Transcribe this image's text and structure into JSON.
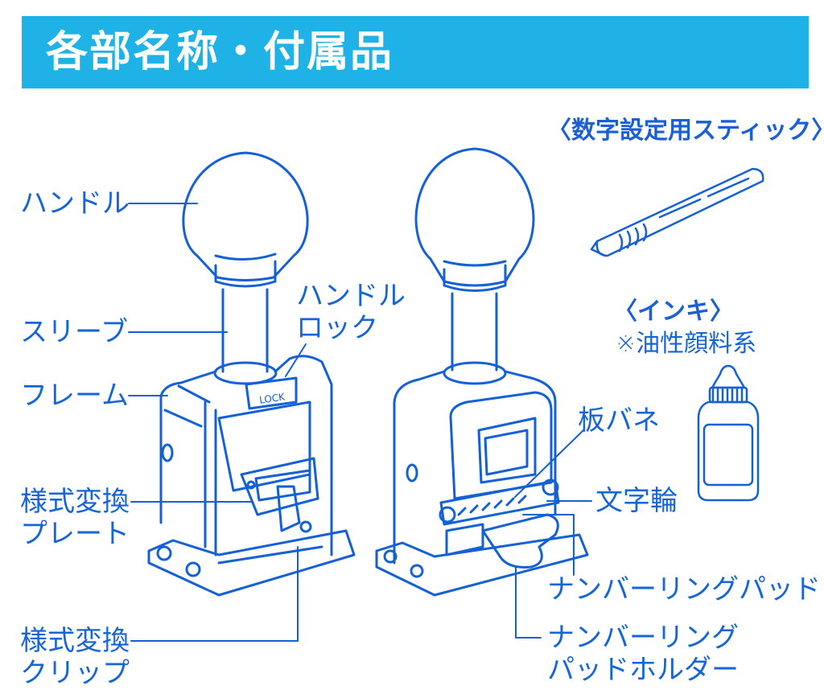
{
  "header": {
    "title": "各部名称・付属品",
    "band_color": "#1fb2e6",
    "text_color": "#ffffff"
  },
  "colors": {
    "line_art": "#1460d6",
    "label_text": "#1565d8"
  },
  "left_device": {
    "labels": {
      "handle": "ハンドル",
      "sleeve": "スリーブ",
      "frame": "フレーム",
      "handle_lock_line1": "ハンドル",
      "handle_lock_line2": "ロック",
      "format_plate_line1": "様式変換",
      "format_plate_line2": "プレート",
      "format_clip_line1": "様式変換",
      "format_clip_line2": "クリップ"
    },
    "lock_engraving": "LOCK"
  },
  "right_device": {
    "labels": {
      "leaf_spring": "板バネ",
      "character_wheel": "文字輪",
      "numbering_pad": "ナンバーリングパッド",
      "pad_holder_line1": "ナンバーリング",
      "pad_holder_line2": "パッドホルダー"
    }
  },
  "accessories": {
    "stick": {
      "title": "〈数字設定用スティック〉"
    },
    "ink": {
      "title": "〈インキ〉",
      "note": "※油性顔料系"
    }
  }
}
